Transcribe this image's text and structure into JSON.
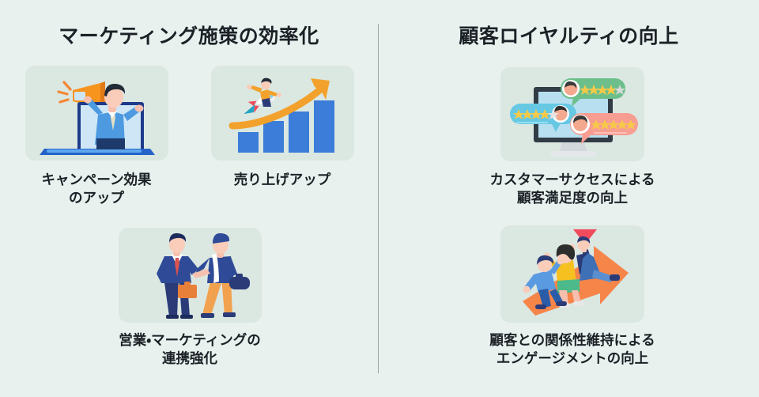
{
  "slide": {
    "background_color": "#e9f1ee",
    "card_background_color": "#dbe7e1",
    "divider_color": "#9aa5a2",
    "text_color": "#1b2126",
    "accent_blue": "#3b7dd8",
    "accent_orange": "#f58634",
    "accent_navy": "#2a3b78"
  },
  "columns": [
    {
      "id": "marketing",
      "title": "マーケティング施策の効率化",
      "items": [
        {
          "id": "campaign",
          "icon": "megaphone-laptop-illustration",
          "caption_lines": [
            "キャンペーン効果",
            "のアップ"
          ]
        },
        {
          "id": "sales",
          "icon": "growth-bar-chart-rocket-illustration",
          "caption_lines": [
            "売り上げアップ"
          ]
        },
        {
          "id": "alignment",
          "icon": "business-handshake-illustration",
          "caption_lines": [
            "営業・マーケティングの",
            "連携強化"
          ]
        }
      ]
    },
    {
      "id": "loyalty",
      "title": "顧客ロイヤルティの向上",
      "items": [
        {
          "id": "csat",
          "icon": "customer-reviews-monitor-illustration",
          "caption_lines": [
            "カスタマーサクセスによる",
            "顧客満足度の向上"
          ]
        },
        {
          "id": "engagement",
          "icon": "team-on-arrow-flag-illustration",
          "caption_lines": [
            "顧客との関係性維持による",
            "エンゲージメントの向上"
          ]
        }
      ]
    }
  ]
}
